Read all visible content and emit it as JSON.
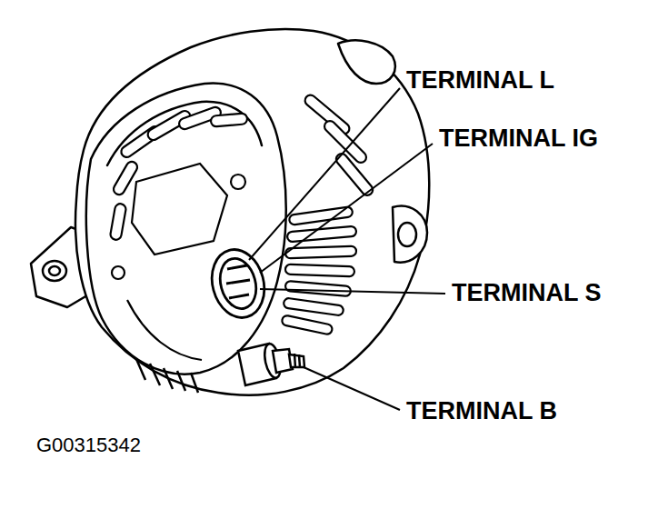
{
  "diagram": {
    "labels": [
      "TERMINAL L",
      "TERMINAL IG",
      "TERMINAL S",
      "TERMINAL B",
      "G00315342"
    ]
  }
}
